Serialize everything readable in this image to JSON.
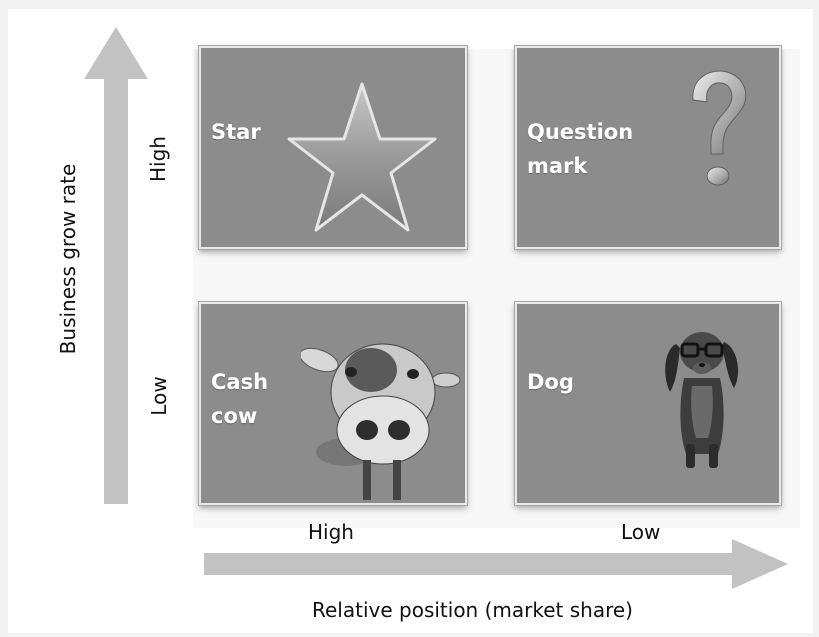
{
  "quadrants": {
    "star": "Star",
    "question_mark_line1": "Question",
    "question_mark_line2": "mark",
    "cash_cow_line1": "Cash",
    "cash_cow_line2": "cow",
    "dog": "Dog"
  },
  "y_axis": {
    "title": "Business grow rate",
    "high": "High",
    "low": "Low"
  },
  "x_axis": {
    "title": "Relative position (market share)",
    "high": "High",
    "low": "Low"
  },
  "colors": {
    "quadrant_fill": "#8c8c8c",
    "arrow": "#c2c2c2"
  }
}
